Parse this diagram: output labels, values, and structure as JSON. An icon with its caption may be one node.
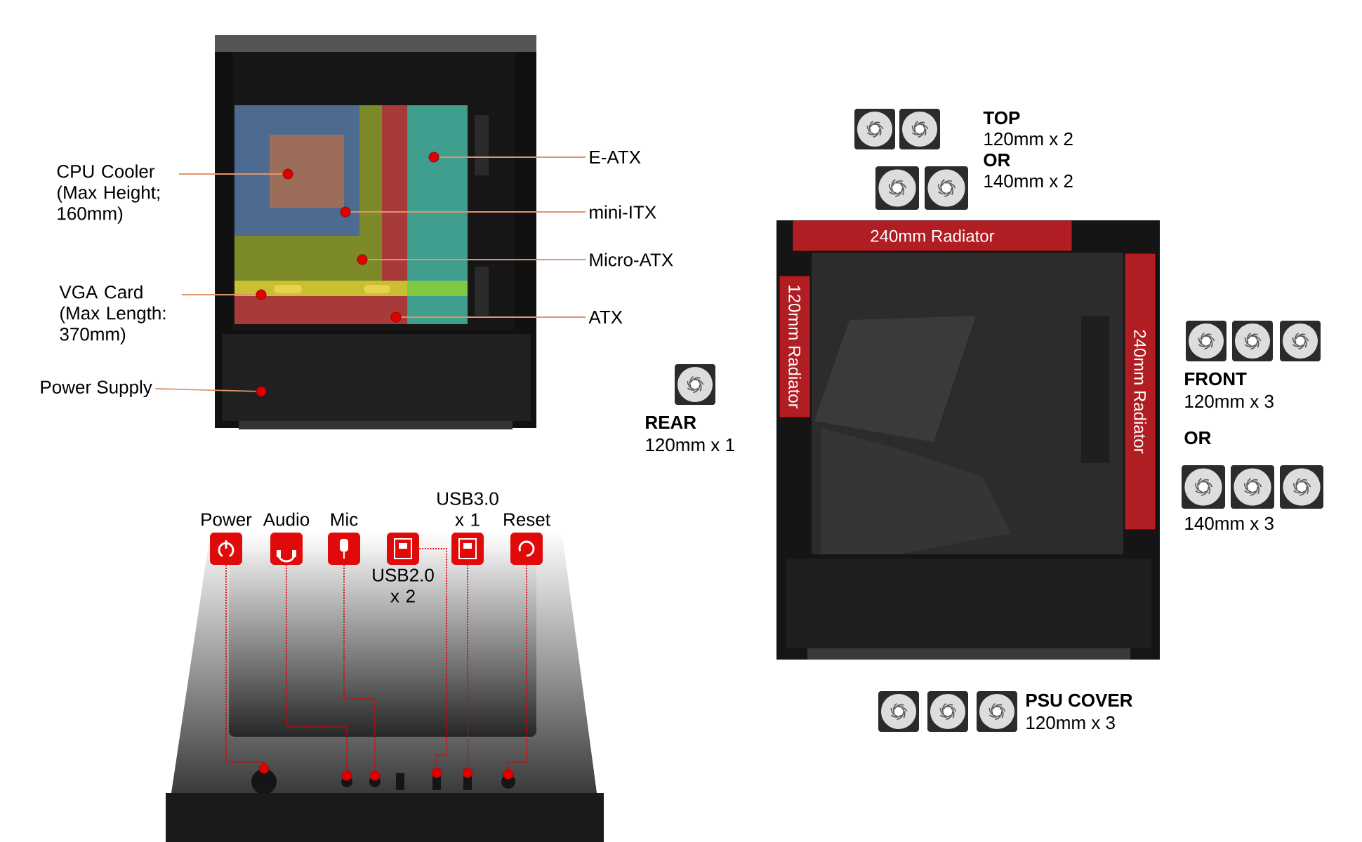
{
  "diagram": {
    "nodes": [
      {
        "text": [
          "CPU Cooler (Max Height; 160mm)"
        ]
      },
      {
        "text": [
          "VGA Card (Max Length: 370mm)"
        ]
      },
      {
        "text": [
          "Power Supply"
        ]
      },
      {
        "text": [
          "E-ATX"
        ]
      },
      {
        "text": [
          "mini-ITX"
        ]
      },
      {
        "text": [
          "Micro-ATX"
        ]
      },
      {
        "text": [
          "ATX"
        ]
      },
      {
        "text": [
          "Power"
        ]
      },
      {
        "text": [
          "Audio"
        ]
      },
      {
        "text": [
          "Mic"
        ]
      },
      {
        "text": [
          "USB2.0 x 2"
        ]
      },
      {
        "text": [
          "USB3.0 x 1"
        ]
      },
      {
        "text": [
          "Reset"
        ]
      },
      {
        "text": [
          "240mm Radiator"
        ]
      },
      {
        "text": [
          "120mm Radiator"
        ]
      },
      {
        "text": [
          "240mm Radiator"
        ]
      },
      {
        "text": [],
        "shape": "circle"
      },
      {
        "text": [],
        "shape": "circle"
      },
      {
        "text": [],
        "shape": "circle"
      },
      {
        "text": [],
        "shape": "box"
      },
      {
        "text": [],
        "shape": "box"
      },
      {
        "text": [],
        "shape": "circle"
      }
    ],
    "edges": [
      {
        "from": 0,
        "to": null,
        "arrow": "other"
      },
      {
        "from": 1,
        "to": null,
        "arrow": "other"
      },
      {
        "from": 2,
        "to": null,
        "arrow": "other"
      },
      {
        "from": 3,
        "to": null,
        "arrow": "other"
      },
      {
        "from": 4,
        "to": null,
        "arrow": "other"
      },
      {
        "from": 5,
        "to": null,
        "arrow": "other"
      },
      {
        "from": 6,
        "to": null,
        "arrow": "other"
      },
      {
        "from": 7,
        "to": 16,
        "arrow": "other",
        "style": "dashed",
        "color": "#e00000"
      },
      {
        "from": 8,
        "to": 17,
        "arrow": "other",
        "style": "dashed",
        "color": "#e00000"
      },
      {
        "from": 9,
        "to": 18,
        "arrow": "other",
        "style": "dashed",
        "color": "#e00000"
      },
      {
        "from": 10,
        "to": 19,
        "arrow": "other",
        "style": "dashed",
        "color": "#e00000"
      },
      {
        "from": 11,
        "to": 20,
        "arrow": "other",
        "style": "dashed",
        "color": "#e00000"
      },
      {
        "from": 12,
        "to": 21,
        "arrow": "other",
        "style": "dashed",
        "color": "#e00000"
      }
    ],
    "labels": [
      "TOP",
      "120mm x 2",
      "OR",
      "140mm x 2",
      "REAR",
      "120mm x 1",
      "FRONT",
      "120mm x 3",
      "OR",
      "140mm x 3",
      "PSU COVER",
      "120mm x 3"
    ]
  }
}
